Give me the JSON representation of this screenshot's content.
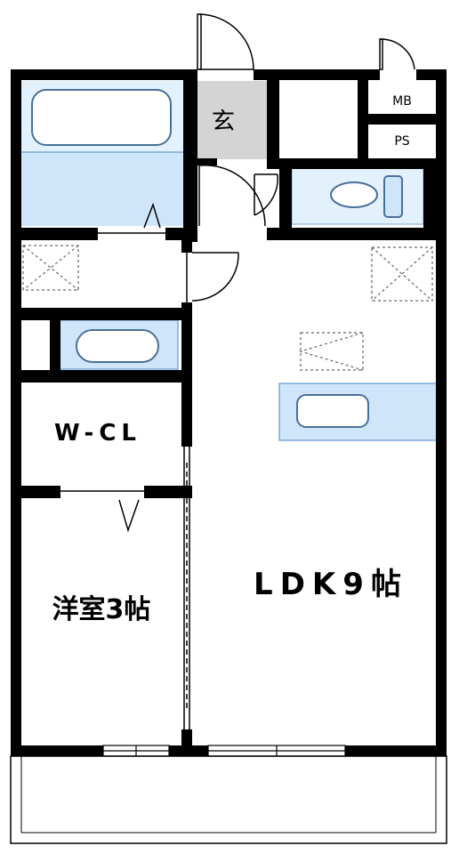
{
  "rooms": {
    "entrance": "玄",
    "mb": "MB",
    "ps": "PS",
    "wcl": "W-CL",
    "western": "洋室3帖",
    "ldk": "LDK9帖"
  },
  "colors": {
    "wall": "#000000",
    "fixture_fill": "#cfe6fa",
    "fixture_line": "#7aa9d6",
    "entrance_floor": "#cccccc",
    "dashed": "#666666"
  }
}
